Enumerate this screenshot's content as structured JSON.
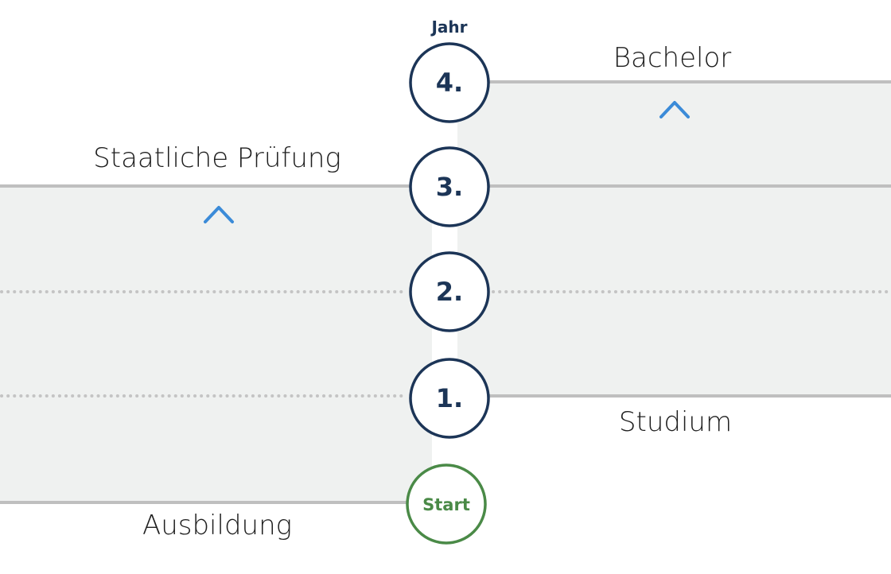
{
  "axis": {
    "title": "Jahr"
  },
  "milestones": [
    {
      "label": "Start",
      "kind": "start"
    },
    {
      "label": "1.",
      "kind": "year"
    },
    {
      "label": "2.",
      "kind": "year"
    },
    {
      "label": "3.",
      "kind": "year"
    },
    {
      "label": "4.",
      "kind": "year"
    }
  ],
  "tracks": {
    "ausbildung": {
      "start_label": "Ausbildung",
      "end_label": "Staatliche Prüfung",
      "from_step": 0,
      "to_step": 3
    },
    "studium": {
      "start_label": "Studium",
      "end_label": "Bachelor",
      "from_step": 1,
      "to_step": 4
    }
  },
  "colors": {
    "band": "#eff1f0",
    "line": "#bfbfbf",
    "circle_border": "#1c3557",
    "start_border": "#4a8a47",
    "arrow_top": "#3b8bd8",
    "arrow_bottom": "#4a8a47"
  }
}
